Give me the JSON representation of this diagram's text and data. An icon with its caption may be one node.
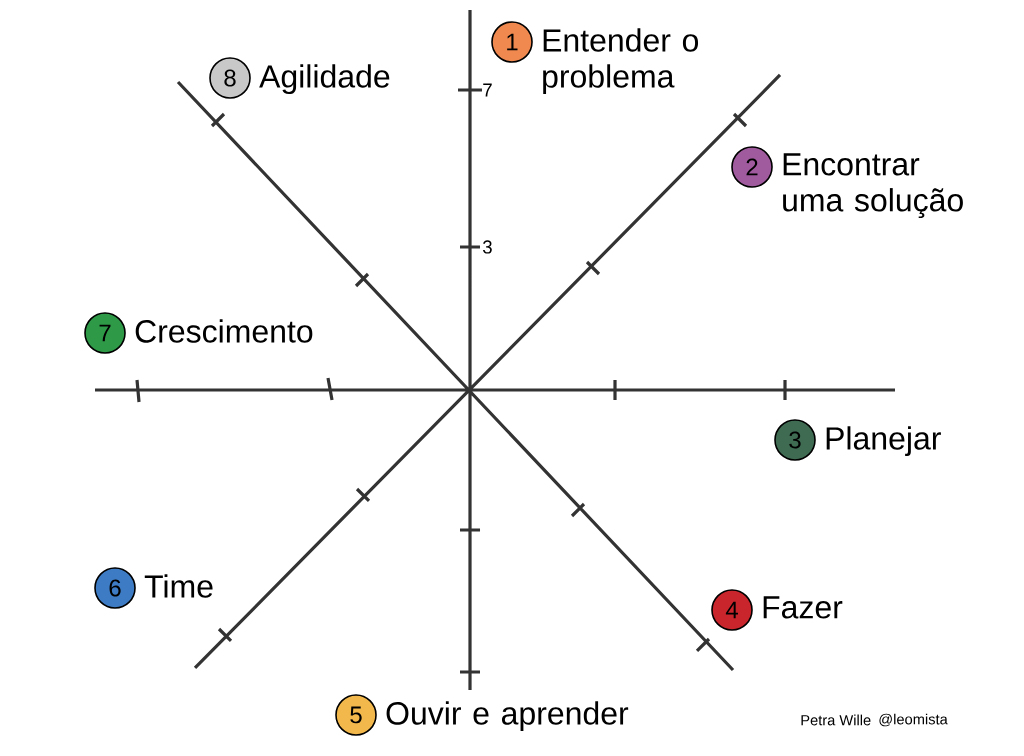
{
  "diagram": {
    "nodes": [
      {
        "text": [
          "1"
        ],
        "beside": [
          "Entender o problema"
        ]
      },
      {
        "text": [
          "2"
        ],
        "beside": [
          "Encontrar uma solução"
        ]
      },
      {
        "text": [
          "3"
        ],
        "beside": [
          "Planejar"
        ]
      },
      {
        "text": [
          "4"
        ],
        "beside": [
          "Fazer"
        ]
      },
      {
        "text": [
          "5"
        ],
        "beside": [
          "Ouvir e aprender"
        ]
      },
      {
        "text": [
          "6"
        ],
        "beside": [
          "Time"
        ]
      },
      {
        "text": [
          "7"
        ],
        "beside": [
          "Crescimento"
        ]
      },
      {
        "text": [
          "8"
        ],
        "beside": [
          "Agilidade"
        ]
      }
    ],
    "labels": [
      "7",
      "3",
      "Petra Wille",
      "@leomista"
    ]
  }
}
